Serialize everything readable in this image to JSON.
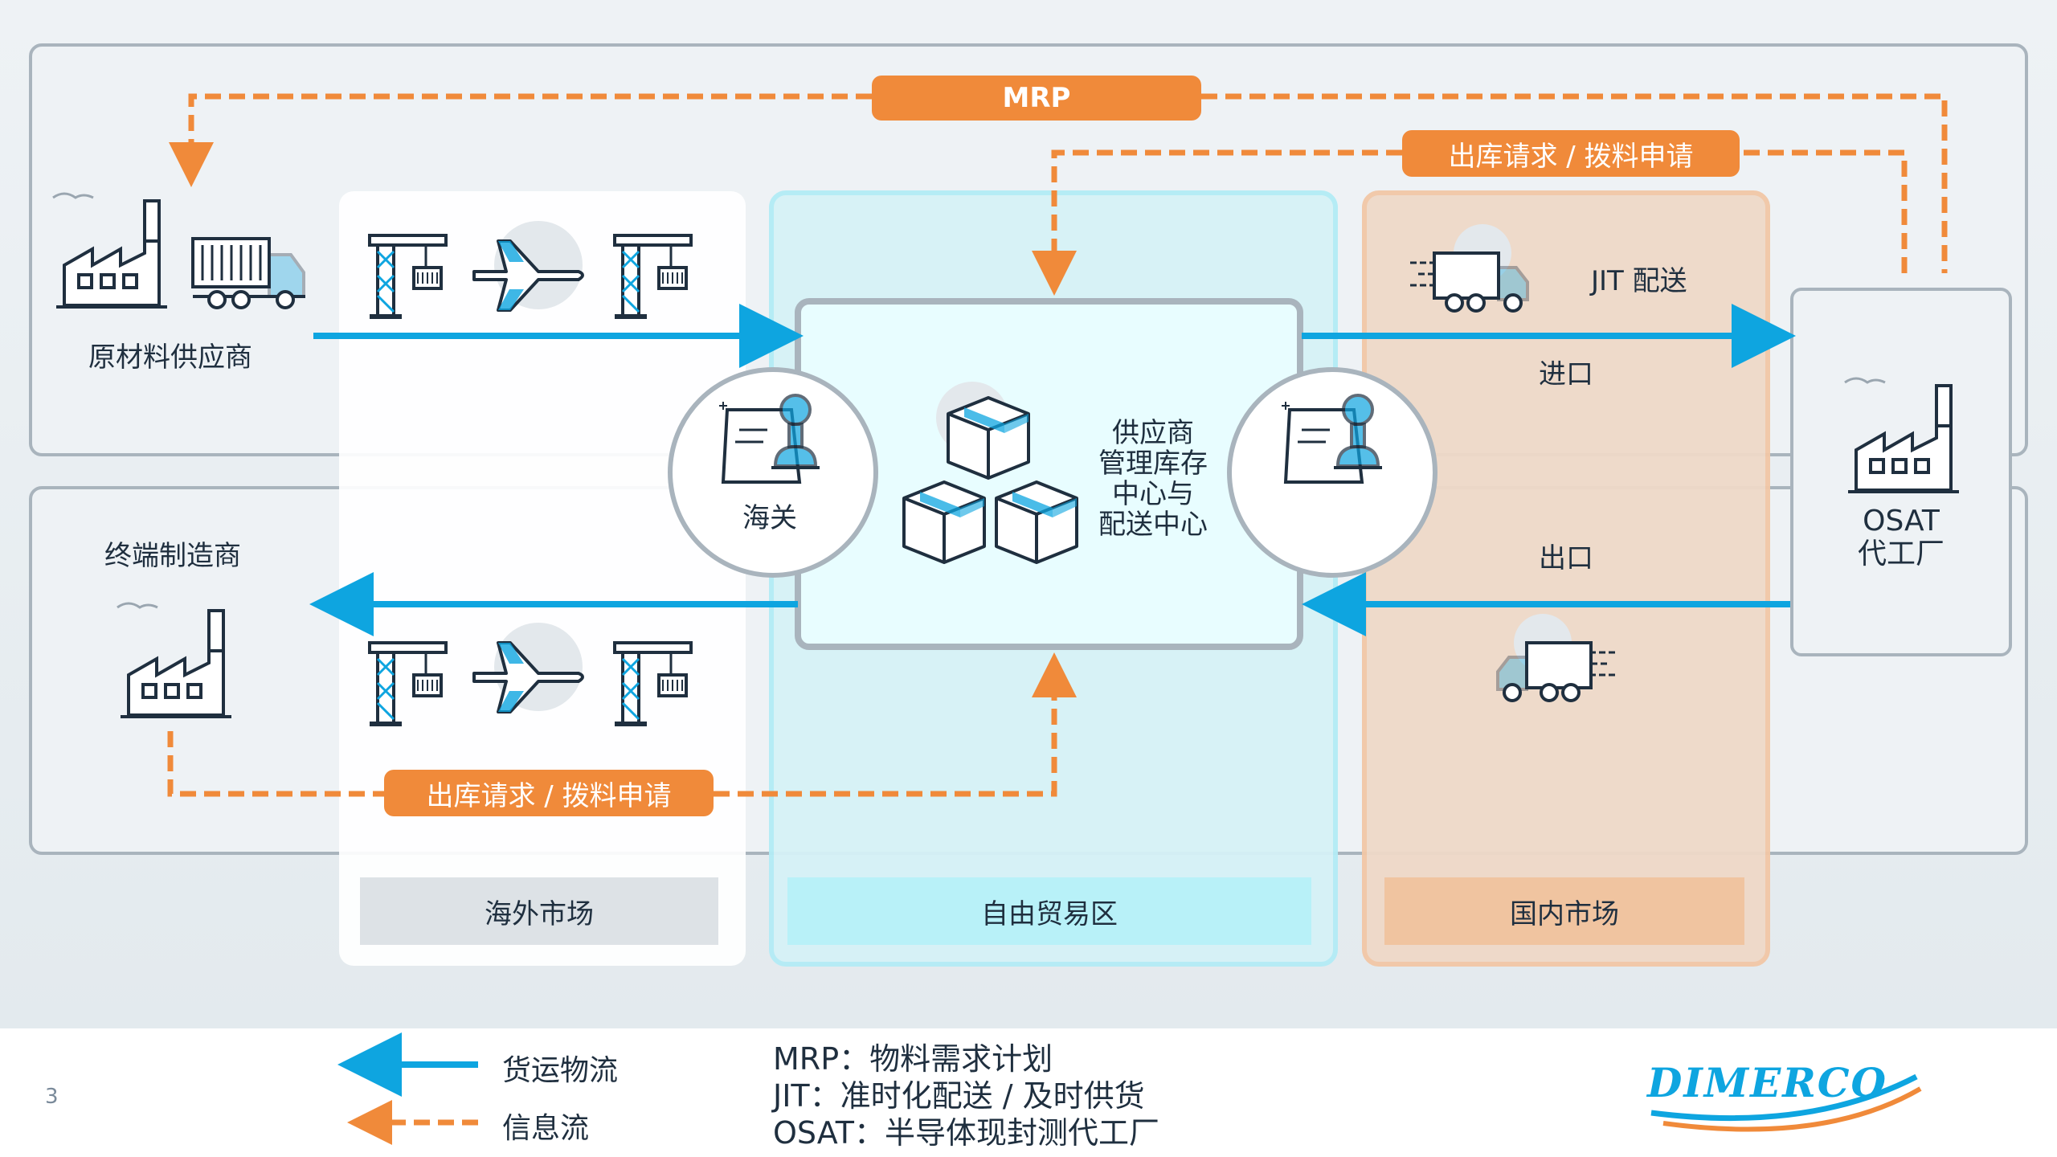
{
  "colors": {
    "blue": "#0ea5e0",
    "orange": "#f08a3a",
    "frame": "#a9b4bd"
  },
  "nodes": {
    "raw_supplier": "原材料供应商",
    "end_manufacturer": "终端制造商",
    "osat_line1": "OSAT",
    "osat_line2": "代工厂",
    "customs": "海关",
    "vmi_line1": "供应商",
    "vmi_line2": "管理库存",
    "vmi_line3": "中心与",
    "vmi_line4": "配送中心",
    "jit": "JIT 配送",
    "import": "进口",
    "export": "出口"
  },
  "pills": {
    "mrp": "MRP",
    "request_top": "出库请求 / 拨料申请",
    "request_bottom": "出库请求 / 拨料申请"
  },
  "zones": {
    "overseas": "海外市场",
    "ftz": "自由贸易区",
    "domestic": "国内市场"
  },
  "legend": {
    "cargo": "货运物流",
    "info": "信息流"
  },
  "definitions": {
    "mrp": "MRP：物料需求计划",
    "jit": "JIT：准时化配送 / 及时供货",
    "osat": "OSAT：半导体现封测代工厂"
  },
  "logo": "DIMERCO",
  "page_number": "3",
  "icons": [
    "factory-icon",
    "truck-icon",
    "crane-icon",
    "airplane-icon",
    "customs-stamp-icon",
    "boxes-icon",
    "fast-truck-icon"
  ]
}
